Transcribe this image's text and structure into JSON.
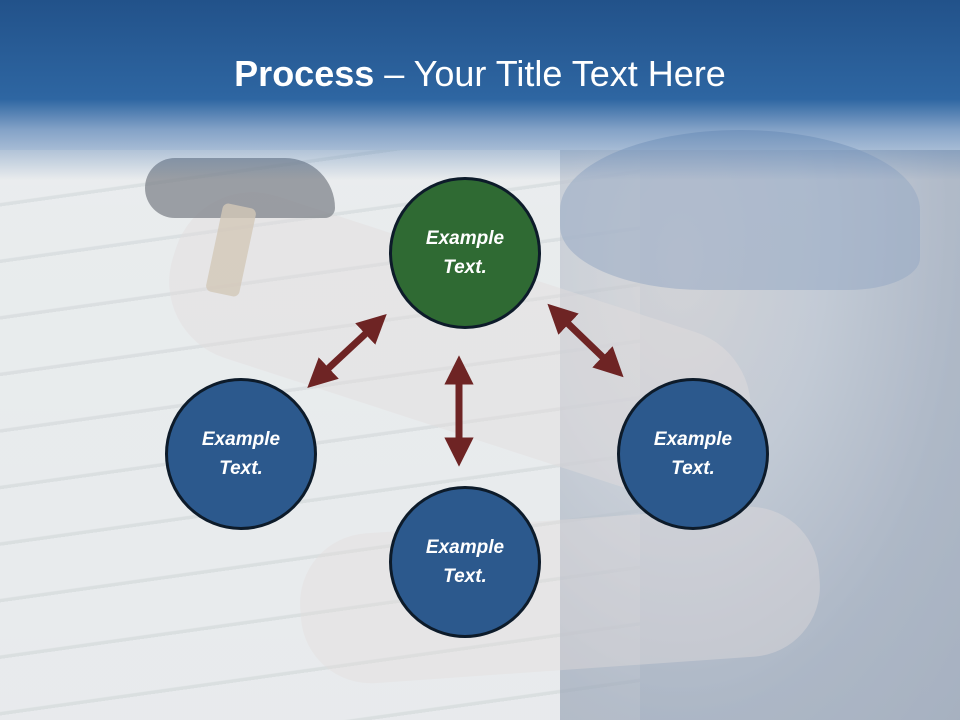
{
  "slide": {
    "title_bold": "Process",
    "title_rest": " – Your Title Text Here"
  },
  "diagram": {
    "nodes": {
      "top": {
        "text": "Example Text.",
        "color": "#2f6a33"
      },
      "left": {
        "text": "Example Text.",
        "color": "#2c598d"
      },
      "right": {
        "text": "Example Text.",
        "color": "#2c598d"
      },
      "bottom": {
        "text": "Example Text.",
        "color": "#2c598d"
      }
    },
    "arrow_color": "#6e2424",
    "header_color": "#2a5d96"
  }
}
